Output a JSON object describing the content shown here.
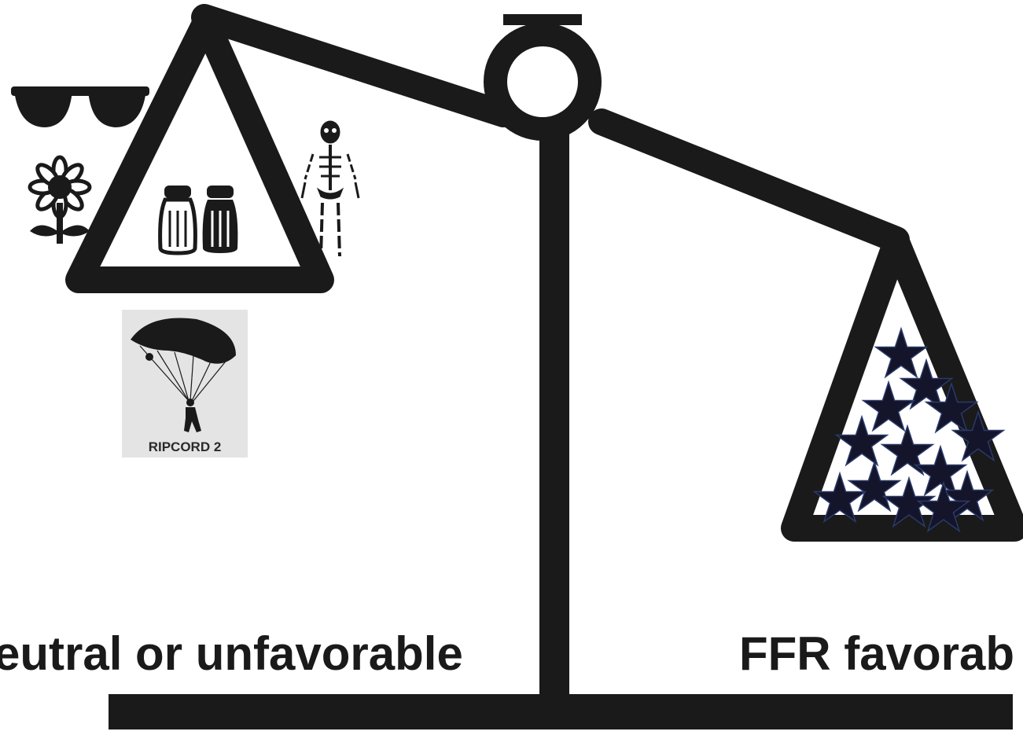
{
  "captions": {
    "left": "eutral or unfavorable",
    "right": "FFR favorab"
  },
  "left_pan": {
    "icons": [
      "sunglasses-icon",
      "sunflower-icon",
      "salt-shaker-icon",
      "pepper-shaker-icon",
      "skeleton-icon",
      "parachute-icon"
    ],
    "badge_label": "RIPCORD 2"
  },
  "right_pan": {
    "icons": [
      "star-icon"
    ],
    "star_count": 13
  },
  "colors": {
    "ink": "#1a1a1a",
    "star_fill": "#14142a",
    "star_outline": "#2a3a6a",
    "badge_background": "#e4e4e4",
    "background": "#ffffff"
  }
}
